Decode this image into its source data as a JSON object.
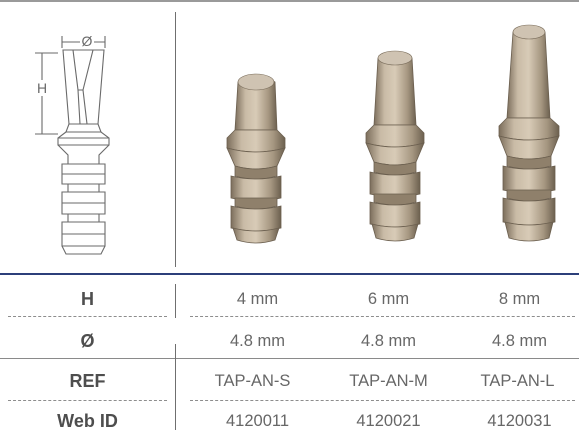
{
  "diagram": {
    "dim_diameter": "Ø",
    "dim_height": "H"
  },
  "table": {
    "rows": [
      {
        "label": "H",
        "values": [
          "4 mm",
          "6 mm",
          "8 mm"
        ]
      },
      {
        "label": "Ø",
        "values": [
          "4.8 mm",
          "4.8 mm",
          "4.8 mm"
        ]
      },
      {
        "label": "REF",
        "values": [
          "TAP-AN-S",
          "TAP-AN-M",
          "TAP-AN-L"
        ]
      },
      {
        "label": "Web ID",
        "values": [
          "4120011",
          "4120021",
          "4120031"
        ]
      }
    ]
  },
  "colors": {
    "metal": "#b8a893",
    "header_rule": "#2c3f7a"
  }
}
